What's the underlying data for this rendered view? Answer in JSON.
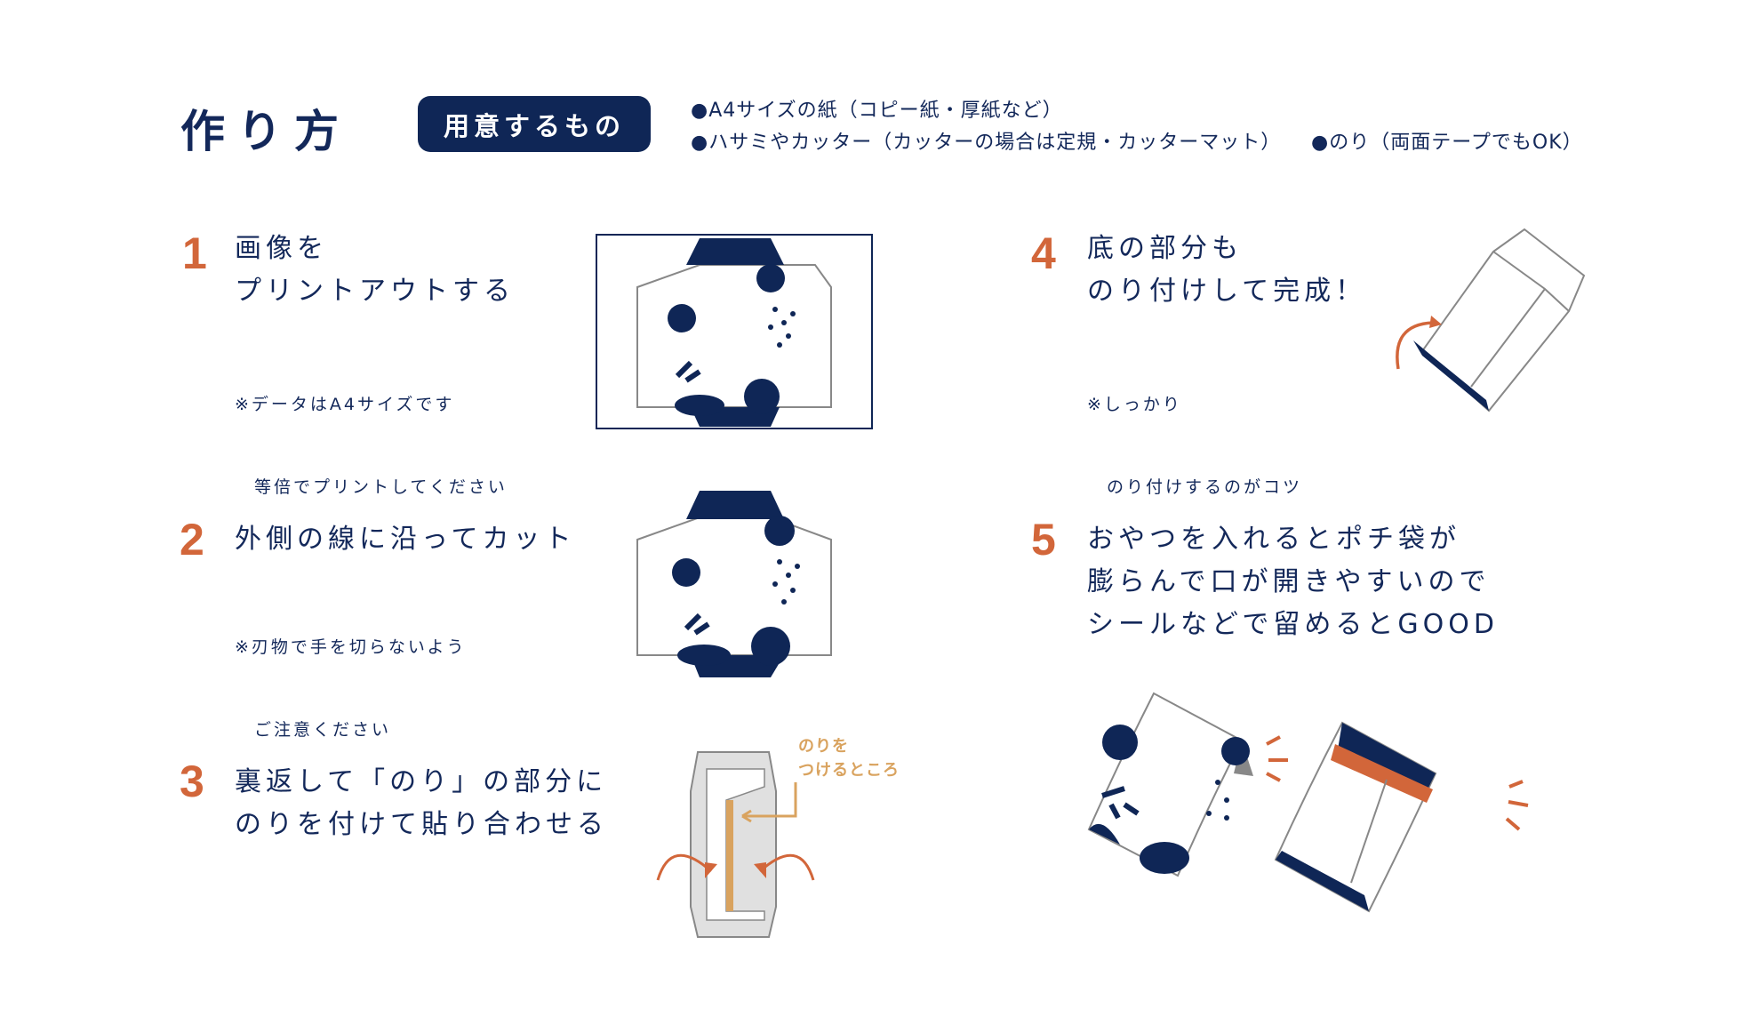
{
  "header": {
    "title": "作り方",
    "materials_badge": "用意するもの",
    "materials": [
      "●A4サイズの紙（コピー紙・厚紙など）",
      "●ハサミやカッター（カッターの場合は定規・カッターマット）",
      "●のり（両面テープでもOK）"
    ]
  },
  "steps": [
    {
      "number": "1",
      "heading": [
        "画像を",
        "プリントアウトする"
      ],
      "note": [
        "※データはA4サイズです",
        "　等倍でプリントしてください"
      ]
    },
    {
      "number": "2",
      "heading": [
        "外側の線に沿ってカット"
      ],
      "note": [
        "※刃物で手を切らないよう",
        "　ご注意ください"
      ]
    },
    {
      "number": "3",
      "heading": [
        "裏返して「のり」の部分に",
        "のりを付けて貼り合わせる"
      ],
      "glue_label": [
        "のりを",
        "つけるところ"
      ]
    },
    {
      "number": "4",
      "heading": [
        "底の部分も",
        "のり付けして完成！"
      ],
      "note": [
        "※しっかり",
        "　のり付けするのがコツ"
      ]
    },
    {
      "number": "5",
      "heading": [
        "おやつを入れるとポチ袋が",
        "膨らんで口が開きやすいので",
        "シールなどで留めるとGOOD"
      ]
    }
  ],
  "colors": {
    "navy": "#0f2656",
    "accent": "#d2663a",
    "glue": "#d9a35f",
    "outline": "#888888"
  }
}
